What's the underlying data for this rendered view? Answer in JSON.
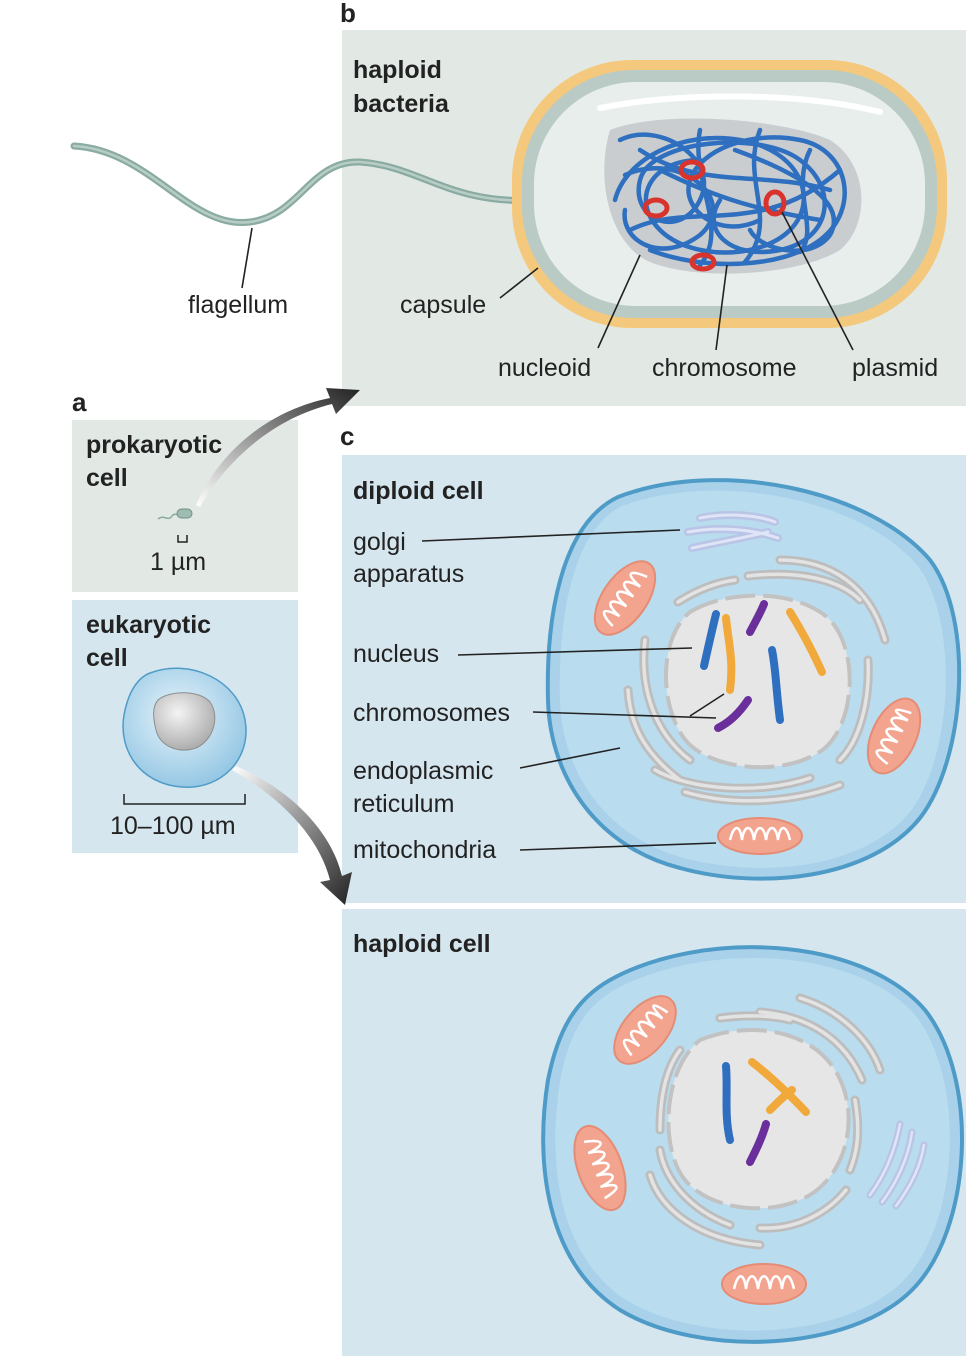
{
  "panels": {
    "a": {
      "letter": "a",
      "prokaryotic_title": [
        "prokaryotic",
        "cell"
      ],
      "prokaryotic_scale": "1 µm",
      "eukaryotic_title": [
        "eukaryotic",
        "cell"
      ],
      "eukaryotic_scale": "10–100 µm"
    },
    "b": {
      "letter": "b",
      "title": [
        "haploid",
        "bacteria"
      ],
      "labels": {
        "flagellum": "flagellum",
        "capsule": "capsule",
        "nucleoid": "nucleoid",
        "chromosome": "chromosome",
        "plasmid": "plasmid"
      }
    },
    "c": {
      "letter": "c",
      "diploid_title": "diploid cell",
      "haploid_title": "haploid cell",
      "labels": {
        "golgi": [
          "golgi",
          "apparatus"
        ],
        "nucleus": "nucleus",
        "chromosomes": "chromosomes",
        "er": [
          "endoplasmic",
          "reticulum"
        ],
        "mitochondria": "mitochondria"
      }
    }
  },
  "colors": {
    "panel_green": "#e2e9e5",
    "panel_blue": "#d5e6ef",
    "capsule": "#f5c97d",
    "cell_wall": "#b9cbc4",
    "dna": "#2f6fc0",
    "plasmid": "#d8332c",
    "cell_fill": "#a9d2ea",
    "cell_edge": "#4f9bc8",
    "er": "#c7c7c7",
    "mito": "#f3a48f",
    "chrom_blue": "#2f6fc0",
    "chrom_orange": "#f1a93b",
    "chrom_purple": "#6a2f9b",
    "golgi": "#b9c4e6"
  }
}
